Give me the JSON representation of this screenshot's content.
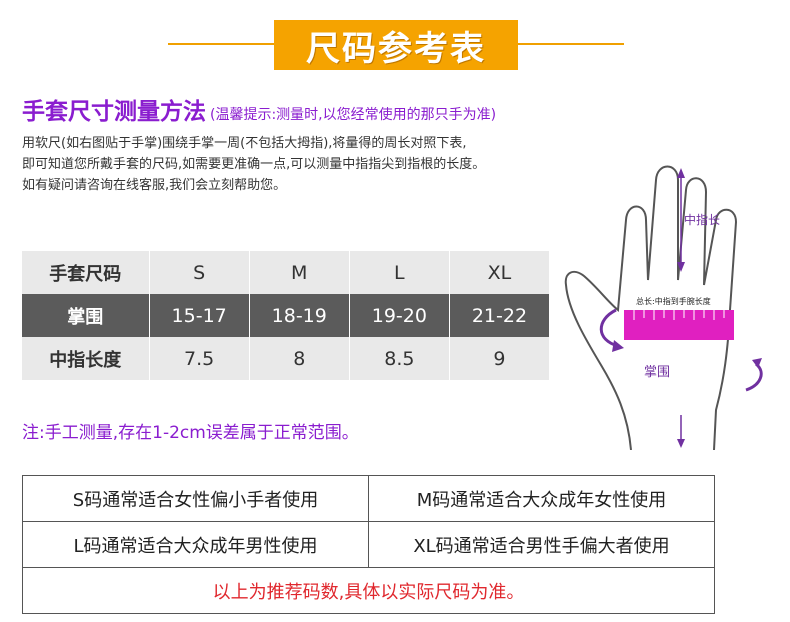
{
  "header": {
    "title": "尺码参考表"
  },
  "intro": {
    "title": "手套尺寸测量方法",
    "tip": "(温馨提示:测量时,以您经常使用的那只手为准)",
    "lines": [
      "用软尺(如右图贴于手掌)围绕手掌一周(不包括大拇指),将量得的周长对照下表,",
      "即可知道您所戴手套的尺码,如需要更准确一点,可以测量中指指尖到指根的长度。",
      "如有疑问请咨询在线客服,我们会立刻帮助您。"
    ]
  },
  "size_table": {
    "rows": [
      {
        "label": "手套尺码",
        "values": [
          "S",
          "M",
          "L",
          "XL"
        ]
      },
      {
        "label": "掌围",
        "values": [
          "15-17",
          "18-19",
          "19-20",
          "21-22"
        ]
      },
      {
        "label": "中指长度",
        "values": [
          "7.5",
          "8",
          "8.5",
          "9"
        ]
      }
    ]
  },
  "note": "注:手工测量,存在1-2cm误差属于正常范围。",
  "hand": {
    "finger_label": "中指长",
    "wrist_label": "总长:中指到手腕长度",
    "palm_label": "掌围",
    "colors": {
      "tape": "#e020c0",
      "arrow": "#7030a0",
      "outline": "#555555"
    }
  },
  "recommendation": {
    "cells": [
      "S码通常适合女性偏小手者使用",
      "M码通常适合大众成年女性使用",
      "L码通常适合大众成年男性使用",
      "XL码通常适合男性手偏大者使用"
    ],
    "footer": "以上为推荐码数,具体以实际尺码为准。"
  },
  "colors": {
    "accent": "#f5a300",
    "purple": "#8a1dcf",
    "red": "#e0282e",
    "dark_row": "#5b5b5b",
    "light_row": "#e9e9e9"
  }
}
